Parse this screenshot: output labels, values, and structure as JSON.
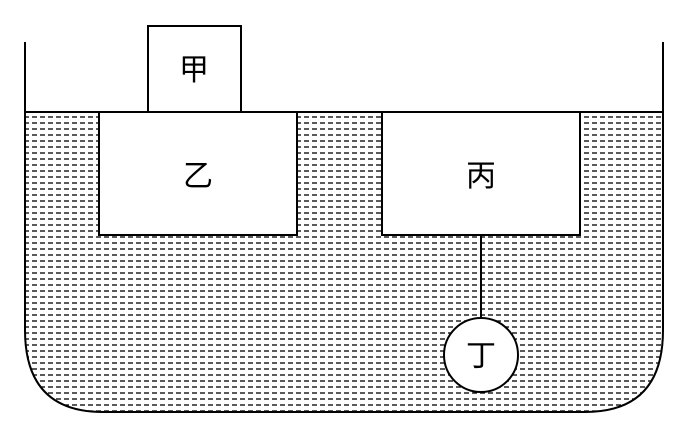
{
  "diagram": {
    "labels": {
      "block_top": "甲",
      "block_left": "乙",
      "block_right": "丙",
      "ball": "丁"
    },
    "colors": {
      "stroke": "#000000",
      "background": "#ffffff",
      "water_dash": "#000000"
    }
  }
}
